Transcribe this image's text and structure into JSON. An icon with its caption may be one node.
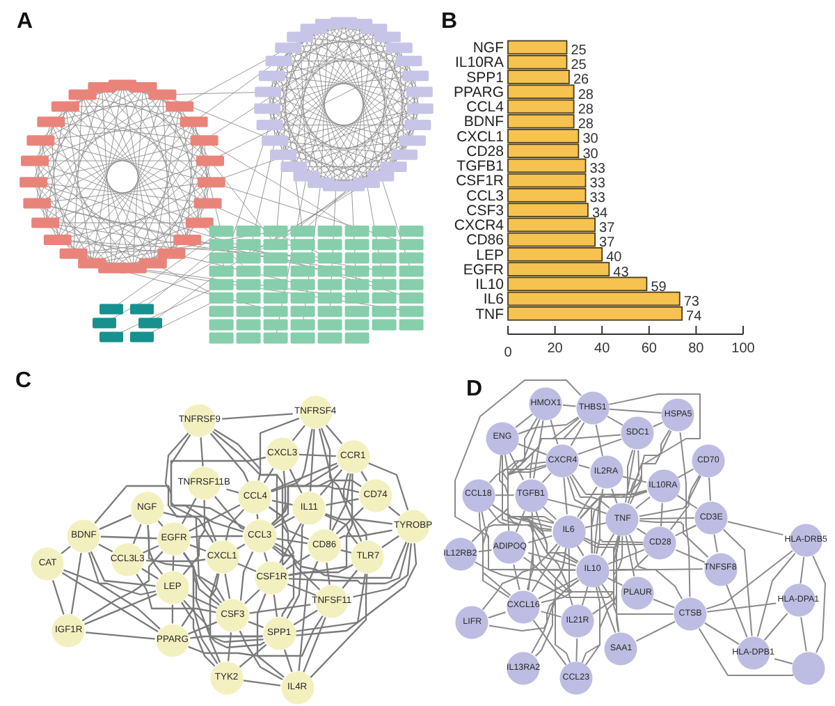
{
  "diagram": {
    "nodes": [
      {
        "text": [
          "TNFRSF9"
        ]
      },
      {
        "text": [
          "TNFRSF4"
        ]
      },
      {
        "text": [
          "CXCL3"
        ]
      },
      {
        "text": [
          "CCR1"
        ]
      },
      {
        "text": [
          "TNFRSF11B"
        ]
      },
      {
        "text": [
          "CCL4"
        ]
      },
      {
        "text": [
          "CD74"
        ]
      },
      {
        "text": [
          "NGF"
        ]
      },
      {
        "text": [
          "IL11"
        ]
      },
      {
        "text": [
          "TYROBP"
        ]
      },
      {
        "text": [
          "BDNF"
        ]
      },
      {
        "text": [
          "EGFR"
        ]
      },
      {
        "text": [
          "CCL3"
        ]
      },
      {
        "text": [
          "CD86"
        ]
      },
      {
        "text": [
          "TLR7"
        ]
      },
      {
        "text": [
          "CAT"
        ]
      },
      {
        "text": [
          "CCL3L3"
        ]
      },
      {
        "text": [
          "CXCL1"
        ]
      },
      {
        "text": [
          "CSF1R"
        ]
      },
      {
        "text": [
          "LEP"
        ]
      },
      {
        "text": [
          "TNFSF11"
        ]
      },
      {
        "text": [
          "CSF3"
        ]
      },
      {
        "text": [
          "IGF1R"
        ]
      },
      {
        "text": [
          "PPARG"
        ]
      },
      {
        "text": [
          "SPP1"
        ]
      },
      {
        "text": [
          "TYK2"
        ]
      },
      {
        "text": [
          "IL4R"
        ]
      },
      {
        "text": [
          "HMOX1"
        ]
      },
      {
        "text": [
          "THBS1"
        ]
      },
      {
        "text": [
          "HSPA5"
        ]
      },
      {
        "text": [
          "ENG"
        ]
      },
      {
        "text": [
          "SDC1"
        ]
      },
      {
        "text": [
          "CXCR4"
        ]
      },
      {
        "text": [
          "CD70"
        ]
      },
      {
        "text": [
          "IL2RA"
        ]
      },
      {
        "text": [
          "IL10RA"
        ]
      },
      {
        "text": [
          "CCL18"
        ]
      },
      {
        "text": [
          "TGFB1"
        ]
      },
      {
        "text": [
          "CD3E"
        ]
      },
      {
        "text": [
          "TNF"
        ]
      },
      {
        "text": [
          "IL6"
        ]
      },
      {
        "text": [
          "HLA-DRB5"
        ]
      },
      {
        "text": [
          "CD28"
        ]
      },
      {
        "text": [
          "ADIPOQ"
        ]
      },
      {
        "text": [
          "IL12RB2"
        ]
      },
      {
        "text": [
          "IL10"
        ]
      },
      {
        "text": [
          "TNFSF8"
        ]
      },
      {
        "text": [
          "PLAUR"
        ]
      },
      {
        "text": [
          "HLA-DPA1"
        ]
      },
      {
        "text": [
          "CXCL16"
        ]
      },
      {
        "text": [
          "CTSB"
        ]
      },
      {
        "text": [
          "IL21R"
        ]
      },
      {
        "text": [
          "LIFR"
        ]
      },
      {
        "text": [
          "SAA1"
        ]
      },
      {
        "text": [
          "HLA-DPB1"
        ]
      },
      {
        "text": [
          "IL13RA2"
        ]
      },
      {
        "text": [],
        "shape": "circle"
      },
      {
        "text": [
          "CCL23"
        ]
      }
    ],
    "edges": [
      {
        "from": 0,
        "to": 1,
        "arrow": "none"
      },
      {
        "from": 0,
        "to": 4,
        "arrow": "none"
      },
      {
        "from": 0,
        "to": 5,
        "arrow": "none"
      },
      {
        "from": 0,
        "to": 12,
        "arrow": "none"
      },
      {
        "from": 0,
        "to": 17,
        "arrow": "none"
      },
      {
        "from": 0,
        "to": 18,
        "arrow": "none"
      },
      {
        "from": 0,
        "to": 21,
        "arrow": "none"
      },
      {
        "from": 1,
        "to": 2,
        "arrow": "none"
      },
      {
        "from": 1,
        "to": 3,
        "arrow": "none"
      },
      {
        "from": 1,
        "to": 5,
        "arrow": "none"
      },
      {
        "from": 1,
        "to": 8,
        "arrow": "none"
      },
      {
        "from": 1,
        "to": 12,
        "arrow": "none"
      },
      {
        "from": 1,
        "to": 13,
        "arrow": "none"
      },
      {
        "from": 1,
        "to": 14,
        "arrow": "none"
      },
      {
        "from": 2,
        "to": 3,
        "arrow": "none"
      },
      {
        "from": 2,
        "to": 5,
        "arrow": "none"
      },
      {
        "from": 2,
        "to": 8,
        "arrow": "none"
      },
      {
        "from": 2,
        "to": 12,
        "arrow": "none"
      },
      {
        "from": 2,
        "to": 17,
        "arrow": "none"
      },
      {
        "from": 3,
        "to": 5,
        "arrow": "none"
      },
      {
        "from": 3,
        "to": 6,
        "arrow": "none"
      },
      {
        "from": 3,
        "to": 8,
        "arrow": "none"
      },
      {
        "from": 3,
        "to": 9,
        "arrow": "none"
      },
      {
        "from": 3,
        "to": 12,
        "arrow": "none"
      },
      {
        "from": 3,
        "to": 13,
        "arrow": "none"
      },
      {
        "from": 3,
        "to": 14,
        "arrow": "none"
      },
      {
        "from": 3,
        "to": 18,
        "arrow": "none"
      },
      {
        "from": 4,
        "to": 5,
        "arrow": "none"
      },
      {
        "from": 4,
        "to": 11,
        "arrow": "none"
      },
      {
        "from": 4,
        "to": 12,
        "arrow": "none"
      },
      {
        "from": 4,
        "to": 19,
        "arrow": "none"
      },
      {
        "from": 5,
        "to": 6,
        "arrow": "none"
      },
      {
        "from": 5,
        "to": 8,
        "arrow": "none"
      },
      {
        "from": 5,
        "to": 11,
        "arrow": "none"
      },
      {
        "from": 5,
        "to": 12,
        "arrow": "none"
      },
      {
        "from": 5,
        "to": 13,
        "arrow": "none"
      },
      {
        "from": 5,
        "to": 17,
        "arrow": "none"
      },
      {
        "from": 5,
        "to": 18,
        "arrow": "none"
      },
      {
        "from": 6,
        "to": 8,
        "arrow": "none"
      },
      {
        "from": 6,
        "to": 9,
        "arrow": "none"
      },
      {
        "from": 6,
        "to": 12,
        "arrow": "none"
      },
      {
        "from": 6,
        "to": 13,
        "arrow": "none"
      },
      {
        "from": 7,
        "to": 10,
        "arrow": "none"
      },
      {
        "from": 7,
        "to": 11,
        "arrow": "none"
      },
      {
        "from": 7,
        "to": 12,
        "arrow": "none"
      },
      {
        "from": 7,
        "to": 16,
        "arrow": "none"
      },
      {
        "from": 7,
        "to": 19,
        "arrow": "none"
      },
      {
        "from": 7,
        "to": 21,
        "arrow": "none"
      },
      {
        "from": 8,
        "to": 9,
        "arrow": "none"
      },
      {
        "from": 8,
        "to": 12,
        "arrow": "none"
      },
      {
        "from": 8,
        "to": 14,
        "arrow": "none"
      },
      {
        "from": 8,
        "to": 18,
        "arrow": "none"
      },
      {
        "from": 8,
        "to": 24,
        "arrow": "none"
      },
      {
        "from": 9,
        "to": 12,
        "arrow": "none"
      },
      {
        "from": 9,
        "to": 13,
        "arrow": "none"
      },
      {
        "from": 9,
        "to": 14,
        "arrow": "none"
      },
      {
        "from": 9,
        "to": 18,
        "arrow": "none"
      },
      {
        "from": 9,
        "to": 20,
        "arrow": "none"
      },
      {
        "from": 9,
        "to": 24,
        "arrow": "none"
      },
      {
        "from": 10,
        "to": 11,
        "arrow": "none"
      },
      {
        "from": 10,
        "to": 12,
        "arrow": "none"
      },
      {
        "from": 10,
        "to": 15,
        "arrow": "none"
      },
      {
        "from": 10,
        "to": 16,
        "arrow": "none"
      },
      {
        "from": 10,
        "to": 19,
        "arrow": "none"
      },
      {
        "from": 10,
        "to": 22,
        "arrow": "none"
      },
      {
        "from": 10,
        "to": 23,
        "arrow": "none"
      },
      {
        "from": 11,
        "to": 12,
        "arrow": "none"
      },
      {
        "from": 11,
        "to": 16,
        "arrow": "none"
      },
      {
        "from": 11,
        "to": 17,
        "arrow": "none"
      },
      {
        "from": 11,
        "to": 19,
        "arrow": "none"
      },
      {
        "from": 11,
        "to": 21,
        "arrow": "none"
      },
      {
        "from": 11,
        "to": 22,
        "arrow": "none"
      },
      {
        "from": 11,
        "to": 23,
        "arrow": "none"
      },
      {
        "from": 11,
        "to": 24,
        "arrow": "none"
      },
      {
        "from": 11,
        "to": 25,
        "arrow": "none"
      },
      {
        "from": 12,
        "to": 13,
        "arrow": "none"
      },
      {
        "from": 12,
        "to": 17,
        "arrow": "none"
      },
      {
        "from": 12,
        "to": 18,
        "arrow": "none"
      },
      {
        "from": 12,
        "to": 20,
        "arrow": "none"
      },
      {
        "from": 12,
        "to": 21,
        "arrow": "none"
      },
      {
        "from": 12,
        "to": 24,
        "arrow": "none"
      },
      {
        "from": 13,
        "to": 14,
        "arrow": "none"
      },
      {
        "from": 13,
        "to": 18,
        "arrow": "none"
      },
      {
        "from": 13,
        "to": 20,
        "arrow": "none"
      },
      {
        "from": 13,
        "to": 26,
        "arrow": "none"
      },
      {
        "from": 14,
        "to": 18,
        "arrow": "none"
      },
      {
        "from": 14,
        "to": 20,
        "arrow": "none"
      },
      {
        "from": 14,
        "to": 24,
        "arrow": "none"
      },
      {
        "from": 14,
        "to": 26,
        "arrow": "none"
      },
      {
        "from": 15,
        "to": 19,
        "arrow": "none"
      },
      {
        "from": 15,
        "to": 22,
        "arrow": "none"
      },
      {
        "from": 15,
        "to": 23,
        "arrow": "none"
      },
      {
        "from": 16,
        "to": 17,
        "arrow": "none"
      },
      {
        "from": 16,
        "to": 19,
        "arrow": "none"
      },
      {
        "from": 16,
        "to": 21,
        "arrow": "none"
      },
      {
        "from": 17,
        "to": 18,
        "arrow": "none"
      },
      {
        "from": 17,
        "to": 21,
        "arrow": "none"
      },
      {
        "from": 17,
        "to": 24,
        "arrow": "none"
      },
      {
        "from": 17,
        "to": 25,
        "arrow": "none"
      },
      {
        "from": 18,
        "to": 20,
        "arrow": "none"
      },
      {
        "from": 18,
        "to": 21,
        "arrow": "none"
      },
      {
        "from": 18,
        "to": 24,
        "arrow": "none"
      },
      {
        "from": 18,
        "to": 26,
        "arrow": "none"
      },
      {
        "from": 19,
        "to": 21,
        "arrow": "none"
      },
      {
        "from": 19,
        "to": 22,
        "arrow": "none"
      },
      {
        "from": 19,
        "to": 23,
        "arrow": "none"
      },
      {
        "from": 19,
        "to": 24,
        "arrow": "none"
      },
      {
        "from": 19,
        "to": 25,
        "arrow": "none"
      },
      {
        "from": 20,
        "to": 21,
        "arrow": "none"
      },
      {
        "from": 20,
        "to": 23,
        "arrow": "none"
      },
      {
        "from": 20,
        "to": 24,
        "arrow": "none"
      },
      {
        "from": 20,
        "to": 26,
        "arrow": "none"
      },
      {
        "from": 21,
        "to": 23,
        "arrow": "none"
      },
      {
        "from": 21,
        "to": 24,
        "arrow": "none"
      },
      {
        "from": 21,
        "to": 25,
        "arrow": "none"
      },
      {
        "from": 21,
        "to": 26,
        "arrow": "none"
      },
      {
        "from": 22,
        "to": 23,
        "arrow": "none"
      },
      {
        "from": 23,
        "to": 24,
        "arrow": "none"
      },
      {
        "from": 24,
        "to": 25,
        "arrow": "none"
      },
      {
        "from": 24,
        "to": 26,
        "arrow": "none"
      },
      {
        "from": 25,
        "to": 26,
        "arrow": "none"
      },
      {
        "from": 27,
        "to": 28,
        "arrow": "none"
      },
      {
        "from": 27,
        "to": 30,
        "arrow": "none"
      },
      {
        "from": 27,
        "to": 32,
        "arrow": "none"
      },
      {
        "from": 27,
        "to": 37,
        "arrow": "none"
      },
      {
        "from": 27,
        "to": 40,
        "arrow": "none"
      },
      {
        "from": 27,
        "to": 45,
        "arrow": "none"
      },
      {
        "from": 28,
        "to": 29,
        "arrow": "none"
      },
      {
        "from": 28,
        "to": 30,
        "arrow": "none"
      },
      {
        "from": 28,
        "to": 31,
        "arrow": "none"
      },
      {
        "from": 28,
        "to": 32,
        "arrow": "none"
      },
      {
        "from": 28,
        "to": 34,
        "arrow": "none"
      },
      {
        "from": 28,
        "to": 37,
        "arrow": "none"
      },
      {
        "from": 28,
        "to": 39,
        "arrow": "none"
      },
      {
        "from": 28,
        "to": 40,
        "arrow": "none"
      },
      {
        "from": 28,
        "to": 45,
        "arrow": "none"
      },
      {
        "from": 29,
        "to": 31,
        "arrow": "none"
      },
      {
        "from": 29,
        "to": 39,
        "arrow": "none"
      },
      {
        "from": 29,
        "to": 45,
        "arrow": "none"
      },
      {
        "from": 29,
        "to": 50,
        "arrow": "none"
      },
      {
        "from": 30,
        "to": 32,
        "arrow": "none"
      },
      {
        "from": 30,
        "to": 37,
        "arrow": "none"
      },
      {
        "from": 30,
        "to": 39,
        "arrow": "none"
      },
      {
        "from": 30,
        "to": 40,
        "arrow": "none"
      },
      {
        "from": 30,
        "to": 45,
        "arrow": "none"
      },
      {
        "from": 31,
        "to": 32,
        "arrow": "none"
      },
      {
        "from": 31,
        "to": 39,
        "arrow": "none"
      },
      {
        "from": 31,
        "to": 40,
        "arrow": "none"
      },
      {
        "from": 31,
        "to": 45,
        "arrow": "none"
      },
      {
        "from": 31,
        "to": 49,
        "arrow": "none"
      },
      {
        "from": 32,
        "to": 34,
        "arrow": "none"
      },
      {
        "from": 32,
        "to": 35,
        "arrow": "none"
      },
      {
        "from": 32,
        "to": 36,
        "arrow": "none"
      },
      {
        "from": 32,
        "to": 37,
        "arrow": "none"
      },
      {
        "from": 32,
        "to": 39,
        "arrow": "none"
      },
      {
        "from": 32,
        "to": 40,
        "arrow": "none"
      },
      {
        "from": 32,
        "to": 43,
        "arrow": "none"
      },
      {
        "from": 32,
        "to": 45,
        "arrow": "none"
      },
      {
        "from": 32,
        "to": 49,
        "arrow": "none"
      },
      {
        "from": 33,
        "to": 35,
        "arrow": "none"
      },
      {
        "from": 33,
        "to": 38,
        "arrow": "none"
      },
      {
        "from": 33,
        "to": 39,
        "arrow": "none"
      },
      {
        "from": 33,
        "to": 42,
        "arrow": "none"
      },
      {
        "from": 34,
        "to": 35,
        "arrow": "none"
      },
      {
        "from": 34,
        "to": 39,
        "arrow": "none"
      },
      {
        "from": 34,
        "to": 40,
        "arrow": "none"
      },
      {
        "from": 34,
        "to": 42,
        "arrow": "none"
      },
      {
        "from": 34,
        "to": 45,
        "arrow": "none"
      },
      {
        "from": 35,
        "to": 38,
        "arrow": "none"
      },
      {
        "from": 35,
        "to": 39,
        "arrow": "none"
      },
      {
        "from": 35,
        "to": 40,
        "arrow": "none"
      },
      {
        "from": 35,
        "to": 42,
        "arrow": "none"
      },
      {
        "from": 35,
        "to": 45,
        "arrow": "none"
      },
      {
        "from": 36,
        "to": 37,
        "arrow": "none"
      },
      {
        "from": 36,
        "to": 39,
        "arrow": "none"
      },
      {
        "from": 36,
        "to": 40,
        "arrow": "none"
      },
      {
        "from": 36,
        "to": 42,
        "arrow": "none"
      },
      {
        "from": 36,
        "to": 45,
        "arrow": "none"
      },
      {
        "from": 36,
        "to": 49,
        "arrow": "none"
      },
      {
        "from": 37,
        "to": 39,
        "arrow": "none"
      },
      {
        "from": 37,
        "to": 40,
        "arrow": "none"
      },
      {
        "from": 37,
        "to": 43,
        "arrow": "none"
      },
      {
        "from": 37,
        "to": 45,
        "arrow": "none"
      },
      {
        "from": 37,
        "to": 49,
        "arrow": "none"
      },
      {
        "from": 38,
        "to": 39,
        "arrow": "none"
      },
      {
        "from": 38,
        "to": 41,
        "arrow": "none"
      },
      {
        "from": 38,
        "to": 42,
        "arrow": "none"
      },
      {
        "from": 38,
        "to": 46,
        "arrow": "none"
      },
      {
        "from": 38,
        "to": 54,
        "arrow": "none"
      },
      {
        "from": 39,
        "to": 40,
        "arrow": "none"
      },
      {
        "from": 39,
        "to": 42,
        "arrow": "none"
      },
      {
        "from": 39,
        "to": 43,
        "arrow": "none"
      },
      {
        "from": 39,
        "to": 45,
        "arrow": "none"
      },
      {
        "from": 39,
        "to": 46,
        "arrow": "none"
      },
      {
        "from": 39,
        "to": 47,
        "arrow": "none"
      },
      {
        "from": 39,
        "to": 49,
        "arrow": "none"
      },
      {
        "from": 39,
        "to": 50,
        "arrow": "none"
      },
      {
        "from": 39,
        "to": 51,
        "arrow": "none"
      },
      {
        "from": 39,
        "to": 53,
        "arrow": "none"
      },
      {
        "from": 39,
        "to": 57,
        "arrow": "none"
      },
      {
        "from": 40,
        "to": 42,
        "arrow": "none"
      },
      {
        "from": 40,
        "to": 43,
        "arrow": "none"
      },
      {
        "from": 40,
        "to": 44,
        "arrow": "none"
      },
      {
        "from": 40,
        "to": 45,
        "arrow": "none"
      },
      {
        "from": 40,
        "to": 49,
        "arrow": "none"
      },
      {
        "from": 40,
        "to": 51,
        "arrow": "none"
      },
      {
        "from": 40,
        "to": 52,
        "arrow": "none"
      },
      {
        "from": 40,
        "to": 53,
        "arrow": "none"
      },
      {
        "from": 40,
        "to": 55,
        "arrow": "none"
      },
      {
        "from": 40,
        "to": 57,
        "arrow": "none"
      },
      {
        "from": 41,
        "to": 48,
        "arrow": "none"
      },
      {
        "from": 41,
        "to": 50,
        "arrow": "none"
      },
      {
        "from": 41,
        "to": 54,
        "arrow": "none"
      },
      {
        "from": 41,
        "to": 56,
        "arrow": "none"
      },
      {
        "from": 42,
        "to": 45,
        "arrow": "none"
      },
      {
        "from": 42,
        "to": 46,
        "arrow": "none"
      },
      {
        "from": 43,
        "to": 44,
        "arrow": "none"
      },
      {
        "from": 43,
        "to": 45,
        "arrow": "none"
      },
      {
        "from": 43,
        "to": 49,
        "arrow": "none"
      },
      {
        "from": 44,
        "to": 45,
        "arrow": "none"
      },
      {
        "from": 45,
        "to": 46,
        "arrow": "none"
      },
      {
        "from": 45,
        "to": 47,
        "arrow": "none"
      },
      {
        "from": 45,
        "to": 49,
        "arrow": "none"
      },
      {
        "from": 45,
        "to": 50,
        "arrow": "none"
      },
      {
        "from": 45,
        "to": 51,
        "arrow": "none"
      },
      {
        "from": 45,
        "to": 52,
        "arrow": "none"
      },
      {
        "from": 45,
        "to": 53,
        "arrow": "none"
      },
      {
        "from": 45,
        "to": 55,
        "arrow": "none"
      },
      {
        "from": 45,
        "to": 57,
        "arrow": "none"
      },
      {
        "from": 46,
        "to": 54,
        "arrow": "none"
      },
      {
        "from": 47,
        "to": 50,
        "arrow": "none"
      },
      {
        "from": 48,
        "to": 50,
        "arrow": "none"
      },
      {
        "from": 48,
        "to": 54,
        "arrow": "none"
      },
      {
        "from": 48,
        "to": 56,
        "arrow": "none"
      },
      {
        "from": 49,
        "to": 51,
        "arrow": "none"
      },
      {
        "from": 49,
        "to": 52,
        "arrow": "none"
      },
      {
        "from": 49,
        "to": 57,
        "arrow": "none"
      },
      {
        "from": 50,
        "to": 53,
        "arrow": "none"
      },
      {
        "from": 50,
        "to": 54,
        "arrow": "none"
      },
      {
        "from": 50,
        "to": 56,
        "arrow": "none"
      },
      {
        "from": 51,
        "to": 57,
        "arrow": "none"
      },
      {
        "from": 54,
        "to": 56,
        "arrow": "none"
      }
    ],
    "labels": [
      "A",
      "B",
      "C",
      "D"
    ],
    "chart_data": {
      "type": "bar",
      "orientation": "horizontal",
      "categories": [
        "NGF",
        "IL10RA",
        "SPP1",
        "PPARG",
        "CCL4",
        "BDNF",
        "CXCL1",
        "CD28",
        "TGFB1",
        "CSF1R",
        "CCL3",
        "CSF3",
        "CXCR4",
        "CD86",
        "LEP",
        "EGFR",
        "IL10",
        "IL6",
        "TNF"
      ],
      "values": [
        25,
        25,
        26,
        28,
        28,
        28,
        30,
        30,
        33,
        33,
        33,
        34,
        37,
        37,
        40,
        43,
        59,
        73,
        74
      ],
      "xlim": [
        0,
        100
      ],
      "xticks": [
        0,
        20,
        40,
        60,
        80,
        100
      ],
      "data_labels": true
    }
  }
}
